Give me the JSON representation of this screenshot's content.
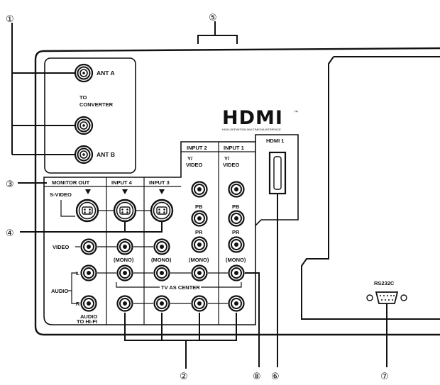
{
  "callouts": [
    "①",
    "②",
    "③",
    "④",
    "⑤",
    "⑥",
    "⑦",
    "⑧"
  ],
  "antenna": {
    "ant_a": "ANT A",
    "to_converter_line1": "TO",
    "to_converter_line2": "CONVERTER",
    "ant_b": "ANT B"
  },
  "hdmi_logo": {
    "text": "HDMI",
    "tm": "™",
    "subtitle": "HIGH-DEFINITION MULTIMEDIA INTERFACE"
  },
  "hdmi_port_label": "HDMI 1",
  "inputs": {
    "monitor_out": "MONITOR OUT",
    "input4": "INPUT 4",
    "input3": "INPUT 3",
    "input2": "INPUT 2",
    "input1": "INPUT 1",
    "svideo": "S-VIDEO",
    "y_video_1": "Y/",
    "y_video_2": "VIDEO",
    "pb": "PB",
    "pr": "PR",
    "video": "VIDEO",
    "audio": "AUDIO",
    "left": "L",
    "right": "R",
    "mono": "(MONO)",
    "tv_as_center": "TV AS CENTER",
    "audio_to_hifi_1": "AUDIO",
    "audio_to_hifi_2": "TO HI-FI"
  },
  "rs232c": "RS232C"
}
